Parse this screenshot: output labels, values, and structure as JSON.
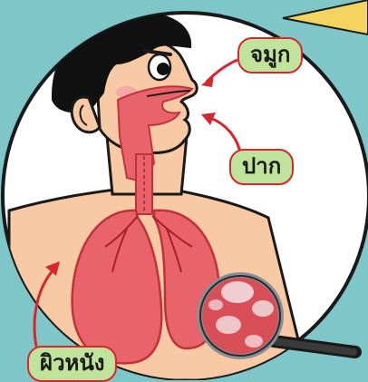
{
  "labels": {
    "nose": "จมูก",
    "mouth": "ปาก",
    "skin": "ผิวหนัง"
  },
  "icons": {
    "magnifier": "magnifying-glass-icon",
    "speech_bubble": "speech-bubble-icon"
  },
  "colors": {
    "background": "#7fc6c9",
    "circle": "#ffffff",
    "organ": "#e8636a",
    "skin": "#f7c9a4",
    "label_fill": "#bfe39a",
    "arrow": "#d8262f"
  }
}
